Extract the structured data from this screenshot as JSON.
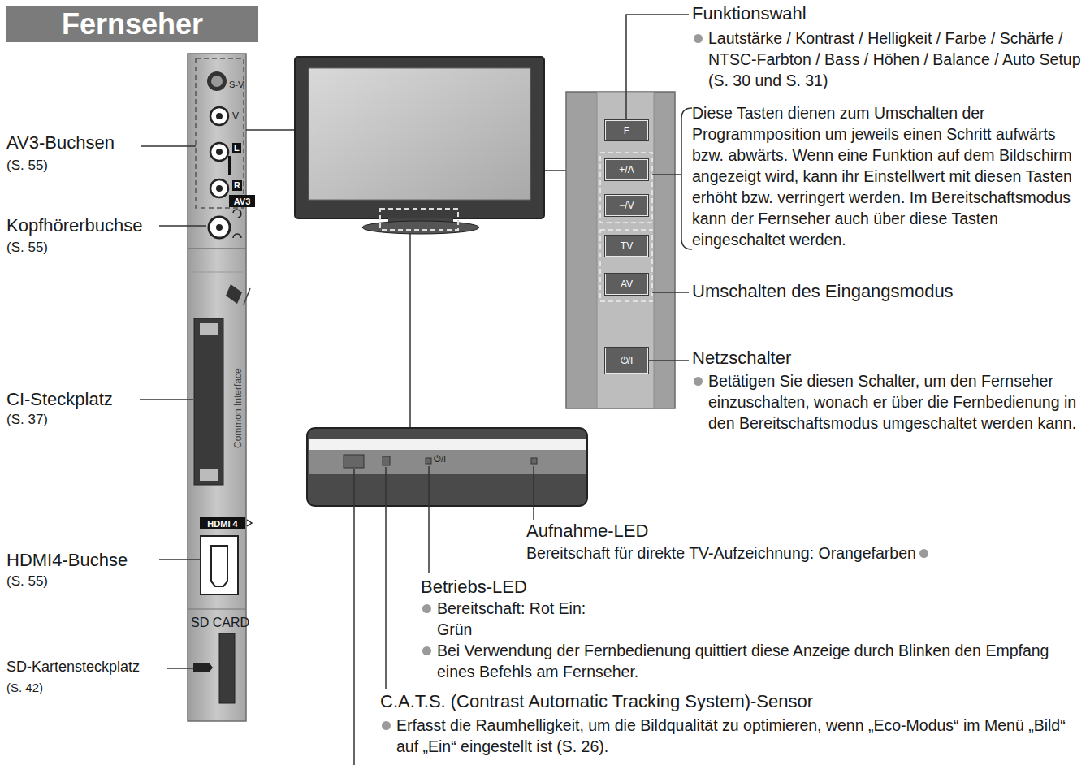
{
  "diagram": {
    "title": "Fernseher",
    "nodes": [
      {
        "text": [
          "AV3"
        ]
      },
      {
        "text": [
          "HDMI 4"
        ]
      },
      {
        "text": [
          "F"
        ]
      },
      {
        "text": [
          "+/Λ"
        ]
      },
      {
        "text": [
          "−/V"
        ]
      },
      {
        "text": [
          "TV"
        ]
      },
      {
        "text": [
          "AV"
        ]
      },
      {
        "text": [
          "⏻/I"
        ]
      }
    ],
    "labels": [
      "AV3-Buchsen",
      "(S. 55)",
      "Kopfhörerbuchse",
      "(S. 55)",
      "CI-Steckplatz",
      "(S. 37)",
      "HDMI4-Buchse",
      "(S. 55)",
      "SD-Kartensteckplatz",
      "(S. 42)",
      "S-V",
      "V",
      "L",
      "R",
      "Common Interface",
      "SD CARD",
      "Funktionswahl",
      "Lautstärke / Kontrast / Helligkeit / Farbe / Schärfe / NTSC-Farbton / Bass / Höhen / Balance / Auto Setup (S. 30 und S. 31)",
      "Diese Tasten dienen zum Umschalten der Programmposition um jeweils einen Schritt aufwärts bzw. abwärts. Wenn eine Funktion auf dem Bildschirm angezeigt wird, kann ihr Einstellwert mit diesen Tasten erhöht bzw. verringert werden. Im Bereitschaftsmodus kann der Fernseher auch über diese Tasten eingeschaltet werden.",
      "Umschalten des Eingangsmodus",
      "Netzschalter",
      "Betätigen Sie diesen Schalter, um den Fernseher einzuschalten, wonach er über die Fernbedienung in den Bereitschaftsmodus umgeschaltet werden kann.",
      "⏻/I",
      "Aufnahme-LED",
      "Bereitschaft für direkte TV-Aufzeichnung: Orangefarben",
      "Betriebs-LED",
      "Bereitschaft: Rot Ein: Grün",
      "Bei Verwendung der Fernbedienung quittiert diese Anzeige durch Blinken den Empfang eines Befehls am Fernseher.",
      "C.A.T.S. (Contrast Automatic Tracking System)-Sensor",
      "Erfasst die Raumhelligkeit, um die Bildqualität zu optimieren, wenn „Eco-Modus“ im Menü „Bild“ auf „Ein“ eingestellt ist (S. 26)."
    ]
  }
}
